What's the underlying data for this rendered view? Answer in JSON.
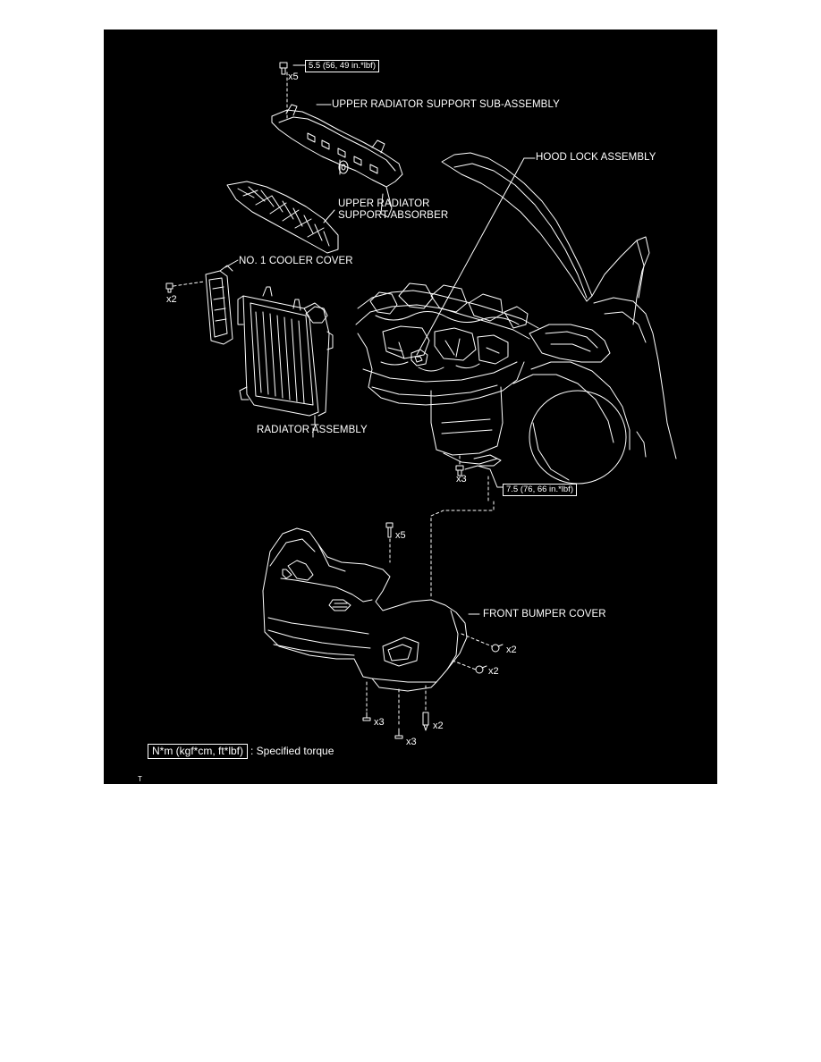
{
  "labels": {
    "upper_support": "UPPER RADIATOR SUPPORT SUB-ASSEMBLY",
    "hood_lock": "HOOD LOCK ASSEMBLY",
    "absorber_line1": "UPPER RADIATOR",
    "absorber_line2": "SUPPORT ABSORBER",
    "cooler_cover": "NO. 1 COOLER COVER",
    "radiator": "RADIATOR ASSEMBLY",
    "bumper_cover": "FRONT BUMPER COVER"
  },
  "torque": {
    "top": "5.5 (56, 49 in.*lbf)",
    "middle": "7.5 (76, 66 in.*lbf)"
  },
  "quantities": {
    "top_bolts": "x5",
    "cooler_clips": "x2",
    "lower_support_bolts": "x3",
    "bumper_top_clips": "x5",
    "bumper_side_screw_1": "x2",
    "bumper_side_screw_2": "x2",
    "bumper_bottom_left": "x3",
    "bumper_bottom_mid": "x3",
    "bumper_bottom_right": "x2"
  },
  "legend": {
    "box_text": "N*m (kgf*cm, ft*lbf)",
    "description": ": Specified torque"
  },
  "figure_id": "T",
  "colors": {
    "background": "#000000",
    "line": "#ffffff",
    "page": "#ffffff"
  }
}
